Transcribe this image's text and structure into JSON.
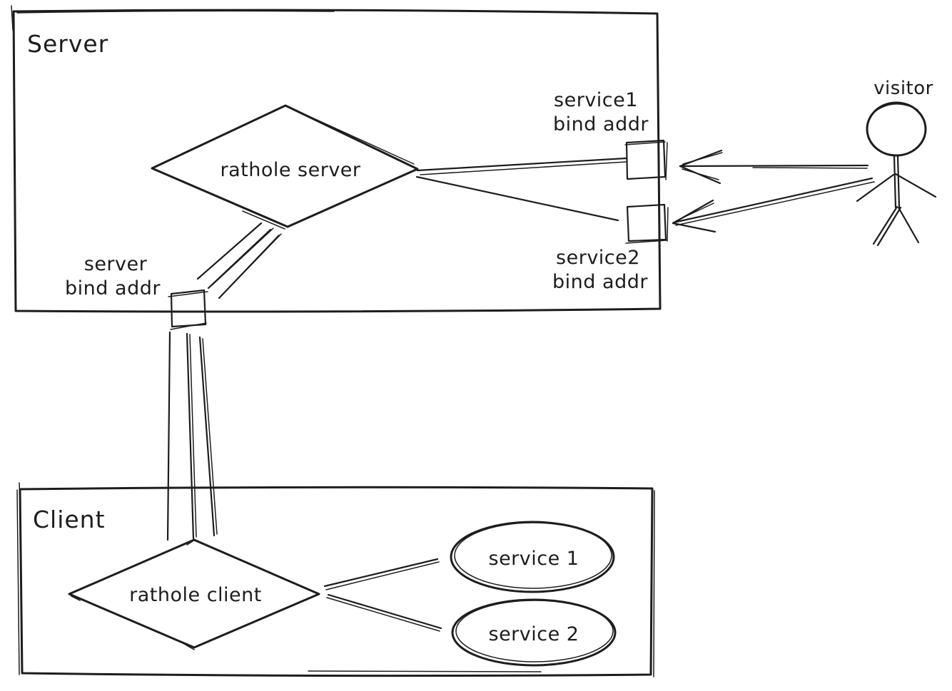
{
  "colors": {
    "stroke": "#1d1d1d",
    "background": "#ffffff"
  },
  "server": {
    "title": "Server",
    "node_label": "rathole server",
    "service1_bind": {
      "line1": "service1",
      "line2": "bind addr"
    },
    "service2_bind": {
      "line1": "service2",
      "line2": "bind addr"
    },
    "server_bind": {
      "line1": "server",
      "line2": "bind addr"
    }
  },
  "client": {
    "title": "Client",
    "node_label": "rathole client",
    "service1_label": "service 1",
    "service2_label": "service 2"
  },
  "visitor": {
    "label": "visitor"
  }
}
